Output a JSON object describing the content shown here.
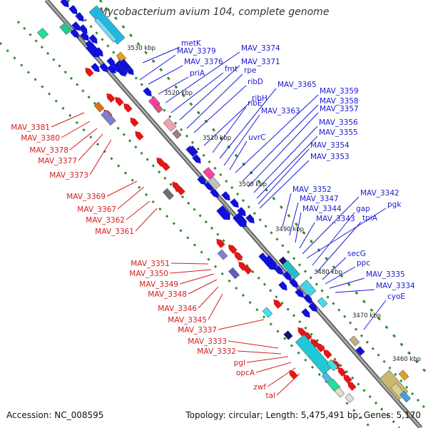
{
  "title": "Mycobacterium avium 104, complete genome",
  "footer": {
    "accession": "Accession: NC_008595",
    "summary": "Topology: circular; Length: 5,475,491 bp; Genes: 5,170"
  },
  "colors": {
    "forward_label": "#1a1ad6",
    "reverse_label": "#d41e1e",
    "forward_gene": "#1010d8",
    "reverse_gene": "#e01818",
    "backbone": "#8a8a8a",
    "dots": "#2e8b2e"
  },
  "scale": [
    "3530 kbp",
    "3520 kbp",
    "3510 kbp",
    "3500 kbp",
    "3490 kbp",
    "3480 kbp",
    "3470 kbp",
    "3460 kbp"
  ],
  "forward_labels": [
    "metK",
    "MAV_3379",
    "MAV_3376",
    "priA",
    "MAV_3374",
    "fmt",
    "MAV_3371",
    "rpe",
    "ribD",
    "ribH",
    "ribE",
    "MAV_3365",
    "MAV_3363",
    "uvrC",
    "MAV_3359",
    "MAV_3358",
    "MAV_3357",
    "MAV_3356",
    "MAV_3355",
    "MAV_3354",
    "MAV_3353",
    "MAV_3352",
    "MAV_3347",
    "MAV_3344",
    "MAV_3343",
    "MAV_3342",
    "pgk",
    "gap",
    "tpiA",
    "secG",
    "ppc",
    "MAV_3335",
    "MAV_3334",
    "cyoE"
  ],
  "reverse_labels": [
    "MAV_3381",
    "MAV_3380",
    "MAV_3378",
    "MAV_3377",
    "MAV_3373",
    "MAV_3369",
    "MAV_3367",
    "MAV_3362",
    "MAV_3361",
    "MAV_3351",
    "MAV_3350",
    "MAV_3349",
    "MAV_3348",
    "MAV_3346",
    "MAV_3345",
    "MAV_3337",
    "MAV_3333",
    "MAV_3332",
    "pgl",
    "opcA",
    "zwf",
    "tal"
  ]
}
